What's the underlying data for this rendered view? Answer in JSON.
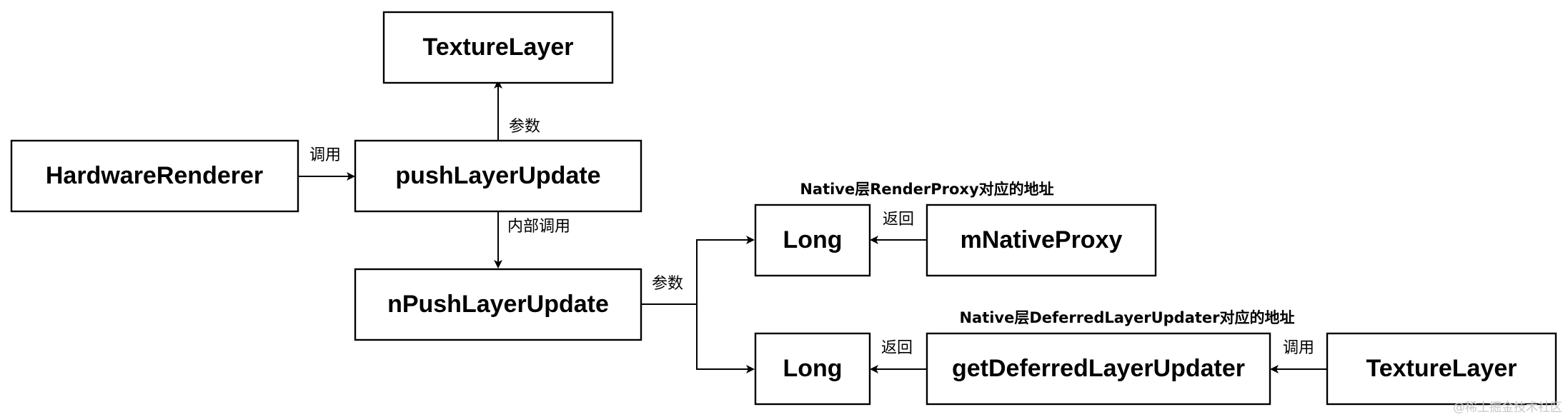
{
  "nodes": {
    "texture_layer_top": "TextureLayer",
    "hardware_renderer": "HardwareRenderer",
    "push_layer_update": "pushLayerUpdate",
    "n_push_layer_update": "nPushLayerUpdate",
    "long_top": "Long",
    "m_native_proxy": "mNativeProxy",
    "long_bottom": "Long",
    "get_deferred_layer_updater": "getDeferredLayerUpdater",
    "texture_layer_bottom": "TextureLayer"
  },
  "edge_labels": {
    "param_top": "参数",
    "call_left": "调用",
    "internal_call": "内部调用",
    "param_mid": "参数",
    "return_top": "返回",
    "return_bottom": "返回",
    "call_right": "调用"
  },
  "notes": {
    "render_proxy_addr": "Native层RenderProxy对应的地址",
    "deferred_updater_addr": "Native层DeferredLayerUpdater对应的地址"
  },
  "watermark": "@稀土掘金技术社区"
}
